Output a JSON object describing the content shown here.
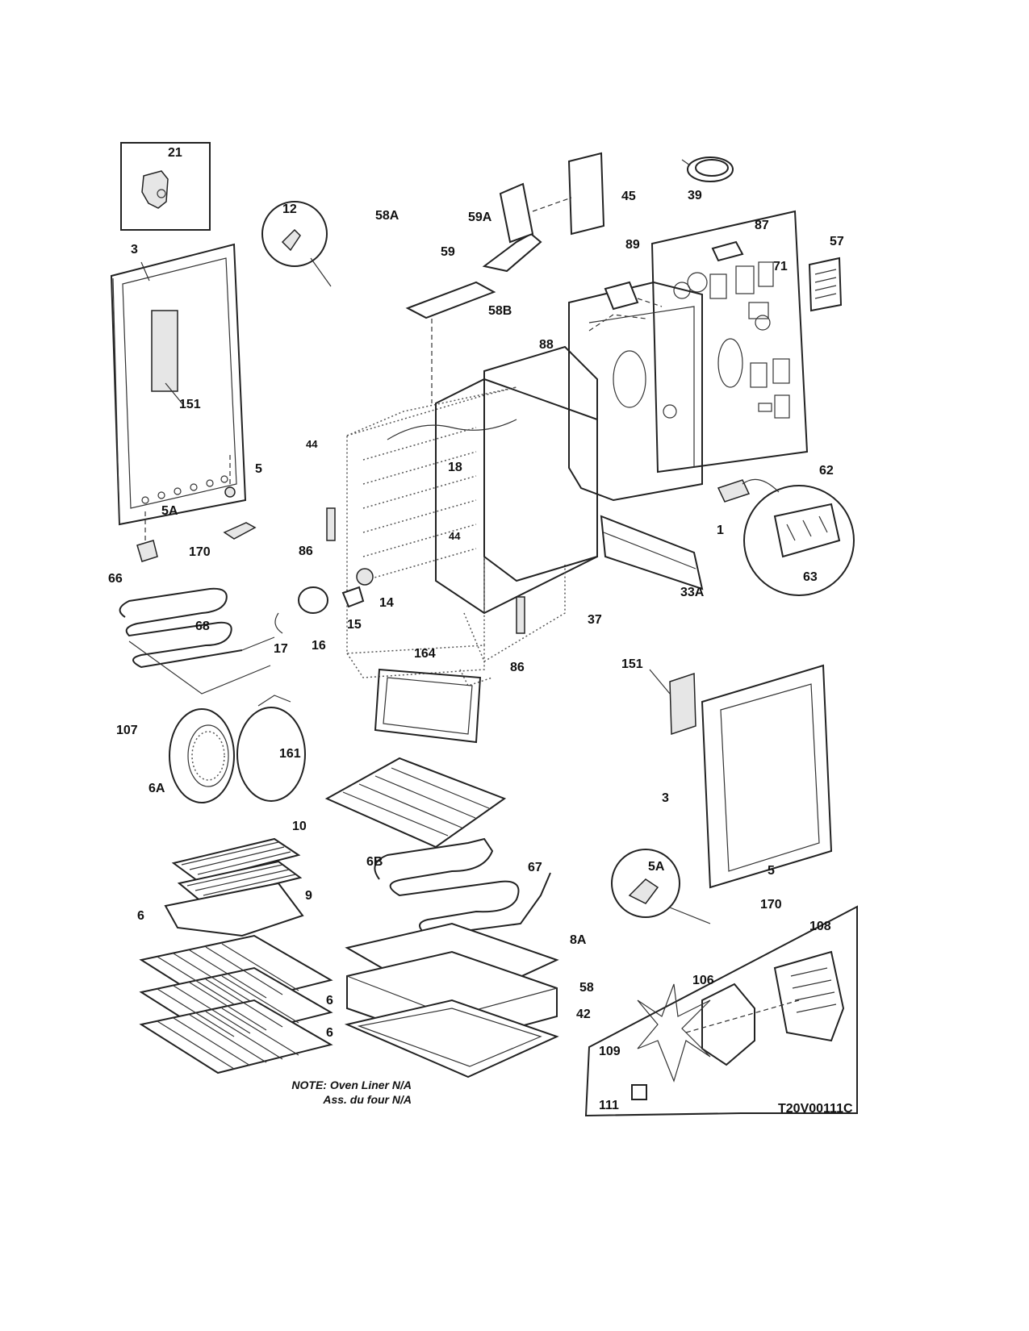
{
  "labels": {
    "p21": "21",
    "p3a": "3",
    "p151a": "151",
    "p5a": "5",
    "p5Aa": "5A",
    "p170a": "170",
    "p12": "12",
    "p44a": "44",
    "p58A": "58A",
    "p18": "18",
    "p44b": "44",
    "p86a": "86",
    "p59": "59",
    "p59A": "59A",
    "p45": "45",
    "p58B": "58B",
    "p88": "88",
    "p89": "89",
    "p39": "39",
    "p87": "87",
    "p57": "57",
    "p71": "71",
    "p62": "62",
    "p1": "1",
    "p63": "63",
    "p33A": "33A",
    "p37": "37",
    "p86b": "86",
    "p66": "66",
    "p68": "68",
    "p17": "17",
    "p16": "16",
    "p15": "15",
    "p14": "14",
    "p164": "164",
    "p107": "107",
    "p161": "161",
    "p151b": "151",
    "p3b": "3",
    "p6A": "6A",
    "p10": "10",
    "p9": "9",
    "p6B": "6B",
    "p67": "67",
    "p5Ab": "5A",
    "p5b": "5",
    "p170b": "170",
    "p108": "108",
    "p6a": "6",
    "p6b": "6",
    "p6c": "6",
    "p8A": "8A",
    "p58": "58",
    "p42": "42",
    "p106": "106",
    "p109": "109",
    "p111": "111"
  },
  "note": {
    "line1": "NOTE: Oven Liner N/A",
    "line2": "Ass. du four N/A"
  },
  "diagram_code": "T20V00111C"
}
